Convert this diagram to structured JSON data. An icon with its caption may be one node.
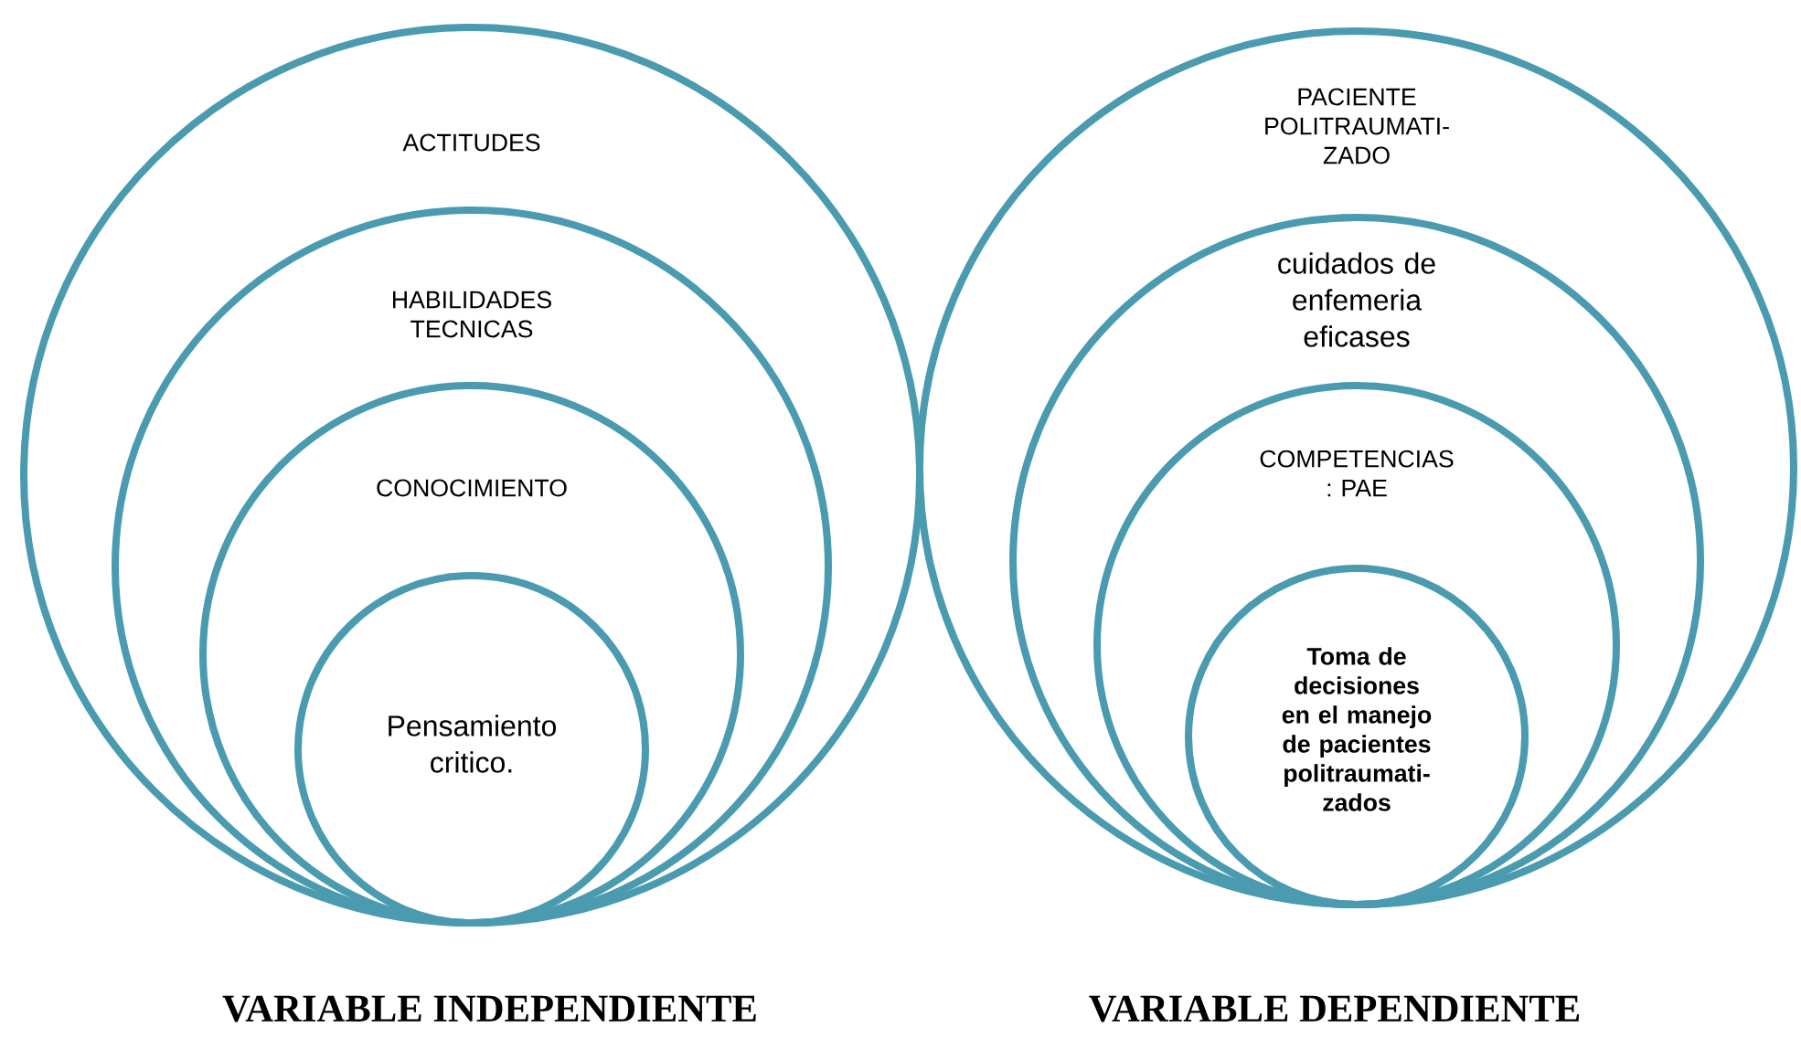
{
  "diagram": {
    "nodes": [
      {
        "text": [
          "ACTITUDES"
        ]
      },
      {
        "text": [
          "HABILIDADES TECNICAS"
        ],
        "in": 0
      },
      {
        "text": [
          "CONOCIMIENTO"
        ],
        "in": 1
      },
      {
        "text": [
          "Pensamiento critico."
        ],
        "in": 2
      },
      {
        "text": [
          "PACIENTE POLITRAUMATI-ZADO"
        ]
      },
      {
        "text": [
          "cuidados de enfemeria eficases"
        ],
        "in": 4
      },
      {
        "text": [
          "COMPETENCIAS : PAE"
        ],
        "in": 5
      },
      {
        "text": [
          "Toma de decisiones en el manejo de pacientes politraumati-zados"
        ],
        "in": 6
      }
    ],
    "edges": [],
    "labels": [
      "VARIABLE INDEPENDIENTE",
      "VARIABLE DEPENDIENTE"
    ]
  }
}
